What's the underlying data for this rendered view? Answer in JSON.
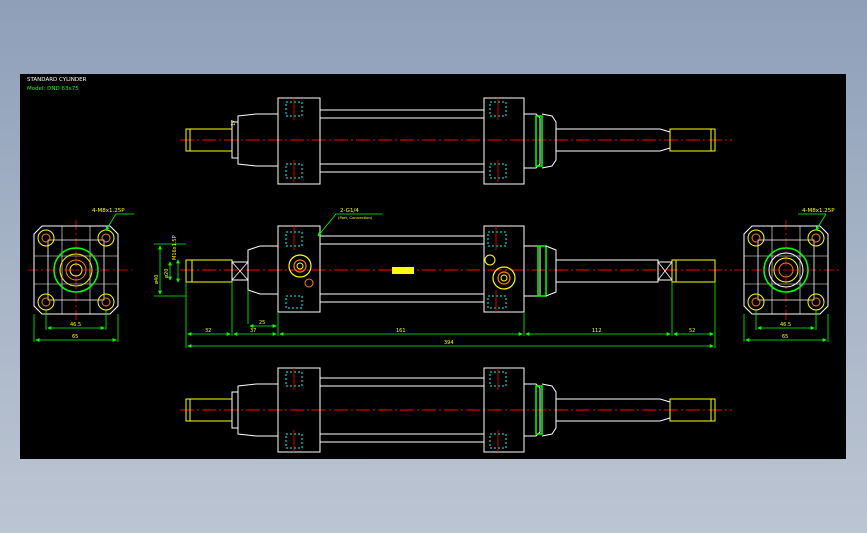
{
  "title": {
    "heading": "STANDARD CYLINDER",
    "model": "Model: DND 63x75"
  },
  "callouts": {
    "left_bolts": "4-M8x1.25P",
    "right_bolts": "4-M8x1.25P",
    "port": "2-G1/4",
    "port_note": "(Port, Connection)"
  },
  "dimensions": {
    "top_side": "17",
    "thread": "M16x1.5P",
    "rod_dia": "ø20",
    "bore_dia": "ø40",
    "d32": "32",
    "d37": "37",
    "d25": "25",
    "d161": "161",
    "d112": "112",
    "d52": "52",
    "total": "394",
    "left_inner": "46.5",
    "left_outer": "65",
    "right_inner": "46.5",
    "right_outer": "65"
  },
  "colors": {
    "background": "#000000",
    "outline": "#ffffff",
    "rod": "#ffff00",
    "hidden": "#00ffff",
    "centerline": "#ff0000",
    "seal": "#00ff00",
    "port": "#ff8000"
  }
}
